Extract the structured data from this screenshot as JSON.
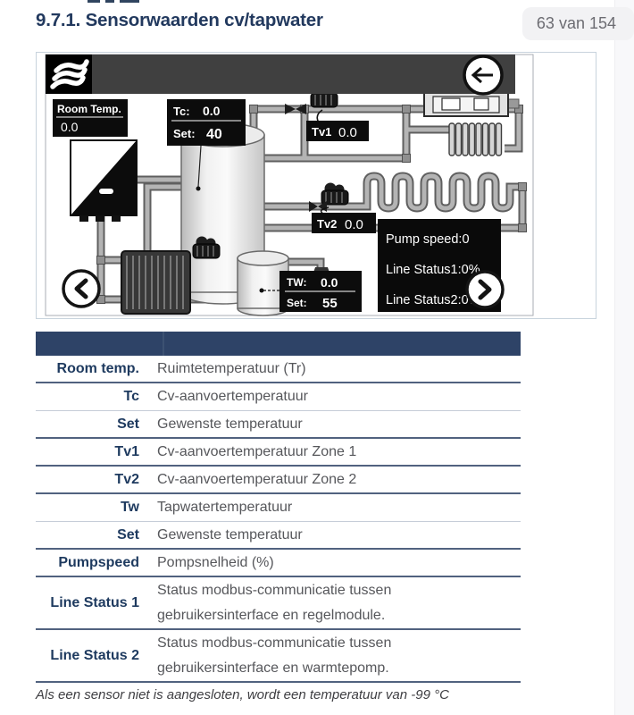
{
  "page": {
    "title": "9.7.1. Sensorwaarden cv/tapwater",
    "page_indicator": "63 van 154"
  },
  "diagram": {
    "room_temp": {
      "label": "Room Temp.",
      "value": "0.0"
    },
    "tc": {
      "label": "Tc:",
      "value": "0.0",
      "set_label": "Set:",
      "set_value": "40"
    },
    "tv1": {
      "label": "Tv1",
      "value": "0.0"
    },
    "tv2": {
      "label": "Tv2",
      "value": "0.0"
    },
    "tw": {
      "label": "TW:",
      "value": "0.0",
      "set_label": "Set:",
      "set_value": "55"
    },
    "status_box": {
      "line1": "Pump speed:0",
      "line2": "Line Status1:0%",
      "line3": "Line Status2:0%"
    }
  },
  "table": {
    "rows": [
      {
        "label": "Room temp.",
        "desc": "Ruimtetemperatuur (Tr)"
      },
      {
        "label": "Tc",
        "desc": "Cv-aanvoertemperatuur"
      },
      {
        "label": "Set",
        "desc": "Gewenste temperatuur"
      },
      {
        "label": "Tv1",
        "desc": "Cv-aanvoertemperatuur Zone 1"
      },
      {
        "label": "Tv2",
        "desc": "Cv-aanvoertemperatuur Zone 2"
      },
      {
        "label": "Tw",
        "desc": "Tapwatertemperatuur"
      },
      {
        "label": "Set",
        "desc": "Gewenste temperatuur"
      },
      {
        "label": "Pumpspeed",
        "desc": "Pompsnelheid (%)"
      },
      {
        "label": "Line Status 1",
        "desc": "Status modbus-communicatie tussen",
        "desc2": "gebruikersinterface en regelmodule."
      },
      {
        "label": "Line Status 2",
        "desc": "Status modbus-communicatie tussen",
        "desc2": "gebruikersinterface en warmtepomp."
      }
    ]
  },
  "footer": {
    "note": "Als een sensor niet is aangesloten, wordt een temperatuur van -99 °C"
  },
  "colors": {
    "accent_navy": "#2e4367",
    "label_navy": "#1e3a5f",
    "body_gray": "#56575b",
    "badge_bg": "#f2f2f4",
    "badge_text": "#6c6c72"
  }
}
